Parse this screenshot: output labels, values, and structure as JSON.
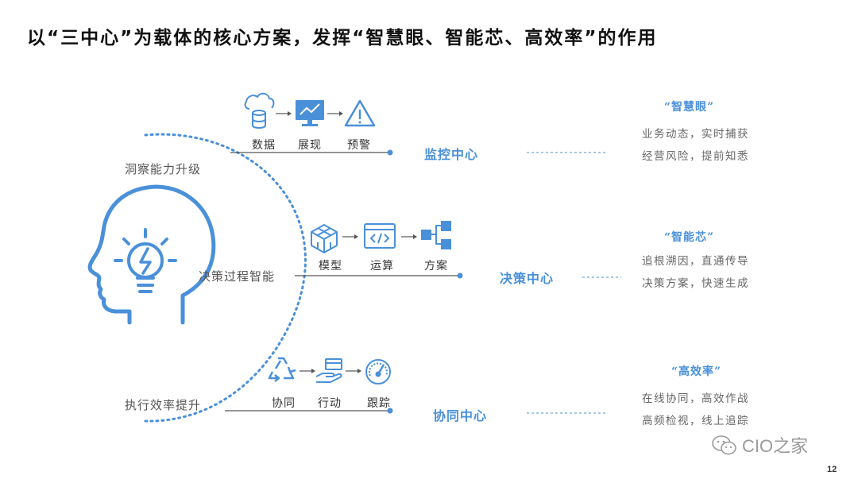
{
  "title": "以“三中心”为载体的核心方案，发挥“智慧眼、智能芯、高效率”的作用",
  "stages": [
    {
      "label": "洞察能力升级"
    },
    {
      "label": "决策过程智能"
    },
    {
      "label": "执行效率提升"
    }
  ],
  "rows": [
    {
      "icons": [
        {
          "name": "cloud-database-icon",
          "label": "数据"
        },
        {
          "name": "monitor-chart-icon",
          "label": "展现"
        },
        {
          "name": "warning-triangle-icon",
          "label": "预警"
        }
      ],
      "center": "监控中心",
      "highlight": "“智慧眼”",
      "desc": [
        "业务动态，实时捕获",
        "经营风险，提前知悉"
      ]
    },
    {
      "icons": [
        {
          "name": "cube-model-icon",
          "label": "模型"
        },
        {
          "name": "code-window-icon",
          "label": "运算"
        },
        {
          "name": "hierarchy-icon",
          "label": "方案"
        }
      ],
      "center": "决策中心",
      "highlight": "“智能芯”",
      "desc": [
        "追根溯因，直通传导",
        "决策方案，快速生成"
      ]
    },
    {
      "icons": [
        {
          "name": "recycle-icon",
          "label": "协同"
        },
        {
          "name": "hand-card-icon",
          "label": "行动"
        },
        {
          "name": "speedometer-icon",
          "label": "跟踪"
        }
      ],
      "center": "协同中心",
      "highlight": "“高效率”",
      "desc": [
        "在线协同，高效作战",
        "高频检视，线上追踪"
      ]
    }
  ],
  "watermark": "CIO之家",
  "page_number": "12",
  "colors": {
    "accent": "#4a90d9",
    "text": "#111111",
    "muted": "#666666"
  },
  "head_icon": "head-lightbulb-icon"
}
